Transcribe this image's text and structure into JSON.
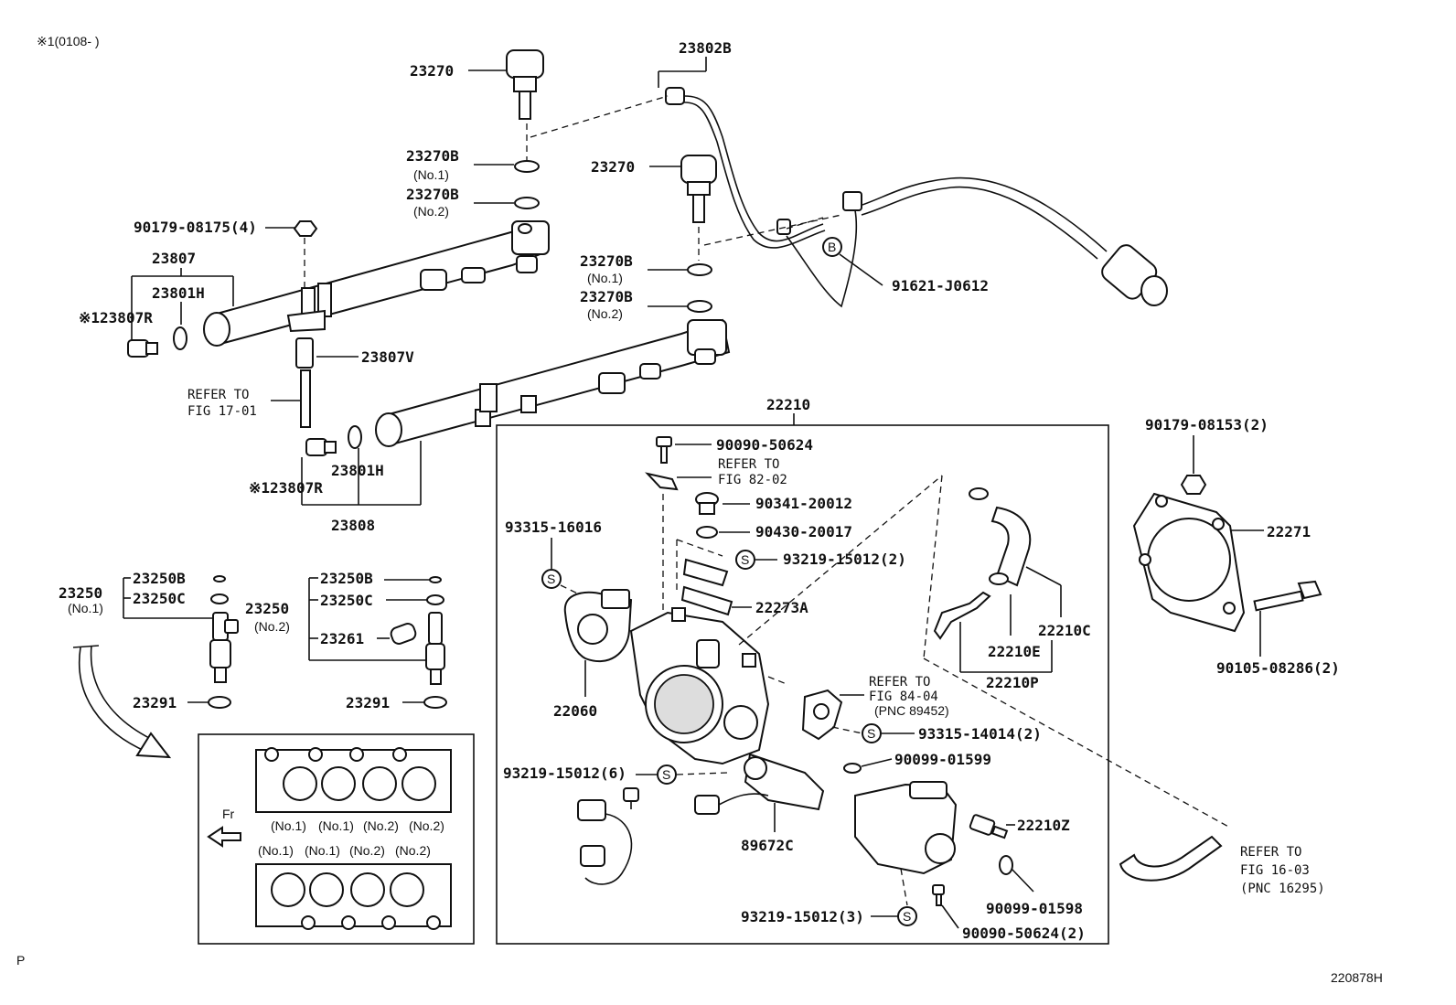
{
  "header": {
    "note": "※1(0108-      )"
  },
  "footer": {
    "page_mark": "P",
    "figure_code": "220878H"
  },
  "labels": {
    "p23270_a": "23270",
    "p23802b": "23802B",
    "p23270b_a": "23270B",
    "no1_a": "(No.1)",
    "p23270b_b": "23270B",
    "no2_a": "(No.2)",
    "p23270_b": "23270",
    "p90179_08175": "90179-08175(4)",
    "p23807": "23807",
    "p23801h_a": "23801H",
    "p123807r_a": "※123807R",
    "p23270b_c": "23270B",
    "no1_b": "(No.1)",
    "p23270b_d": "23270B",
    "no2_b": "(No.2)",
    "p91621": "91621-J0612",
    "circle_b": "B",
    "p23807v": "23807V",
    "refer_to_a": "REFER TO",
    "fig17": "FIG 17-01",
    "p22210": "22210",
    "p23801h_b": "23801H",
    "p123807r_b": "※123807R",
    "p23808": "23808",
    "p90090_50624": "90090-50624",
    "refer_to_b": "REFER TO",
    "fig82": "FIG 82-02",
    "p90179_08153": "90179-08153(2)",
    "p90341": "90341-20012",
    "p90430": "90430-20017",
    "p93315_16016": "93315-16016",
    "p93219_a": "93219-15012(2)",
    "p22271": "22271",
    "p22273a": "22273A",
    "p23250b_a": "23250B",
    "p23250_a": "23250",
    "p23250c_a": "23250C",
    "no1_c": "(No.1)",
    "p23250b_b": "23250B",
    "p23250_b": "23250",
    "p23250c_b": "23250C",
    "no2_c": "(No.2)",
    "p23261": "23261",
    "p22210c": "22210C",
    "p22210e": "22210E",
    "p22210p": "22210P",
    "p90105": "90105-08286(2)",
    "refer_to_c": "REFER TO",
    "fig84": "FIG 84-04",
    "pnc89452": "(PNC 89452)",
    "p22060": "22060",
    "p23291_a": "23291",
    "p23291_b": "23291",
    "p93315_14014": "93315-14014(2)",
    "p90099_01599": "90099-01599",
    "p93219_b": "93219-15012(6)",
    "fr": "Fr",
    "p89672c": "89672C",
    "p22210z": "22210Z",
    "refer_to_d": "REFER TO",
    "fig16": "FIG 16-03",
    "pnc16295": "(PNC 16295)",
    "p90099_01598": "90099-01598",
    "p93219_c": "93219-15012(3)",
    "p90090_50624_2": "90090-50624(2)",
    "s": "S"
  },
  "inset": {
    "top_row": [
      "(No.1)",
      "(No.1)",
      "(No.2)",
      "(No.2)"
    ],
    "bottom_row": [
      "(No.1)",
      "(No.1)",
      "(No.2)",
      "(No.2)"
    ]
  }
}
